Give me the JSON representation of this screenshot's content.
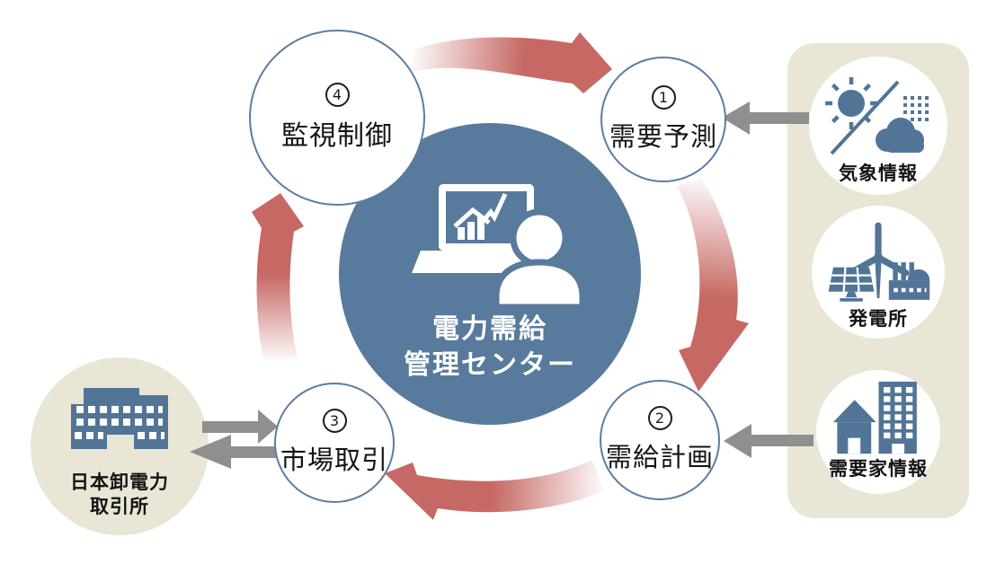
{
  "center": {
    "label_line1": "電力需給",
    "label_line2": "管理センター",
    "icon": "operator-with-laptop-chart"
  },
  "steps": [
    {
      "number": "1",
      "label": "需要予測"
    },
    {
      "number": "2",
      "label": "需給計画"
    },
    {
      "number": "3",
      "label": "市場取引"
    },
    {
      "number": "4",
      "label": "監視制御"
    }
  ],
  "inputs": [
    {
      "label": "気象情報",
      "icon": "sun-and-rain-cloud"
    },
    {
      "label": "発電所",
      "icon": "wind-solar-power-plant"
    },
    {
      "label": "需要家情報",
      "icon": "house-and-building"
    }
  ],
  "exchange": {
    "label_line1": "日本卸電力",
    "label_line2": "取引所",
    "icon": "exchange-building"
  },
  "colors": {
    "center_blue": "#587a9c",
    "icon_blue": "#527597",
    "arrow_red": "#c66964",
    "arrow_gray": "#8f8f8f",
    "panel_beige": "#e9e6d5",
    "circle_border": "#5b7da1"
  }
}
